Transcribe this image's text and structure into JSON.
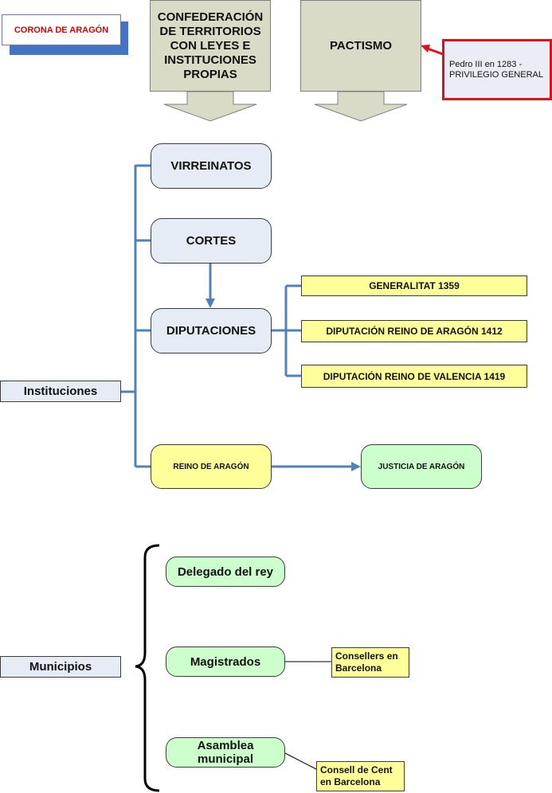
{
  "title": "CORONA DE ARAGÓN",
  "headers": {
    "confederacion": "CONFEDERACIÓN DE TERRITORIOS CON LEYES E INSTITUCIONES PROPIAS",
    "pactismo": "PACTISMO"
  },
  "callout": "Pedro III en 1283  - PRIVILEGIO GENERAL",
  "instituciones": {
    "label": "Instituciones",
    "virreinatos": "VIRREINATOS",
    "cortes": "CORTES",
    "diputaciones": "DIPUTACIONES",
    "generalitat": "GENERALITAT 1359",
    "diputacion_aragon": "DIPUTACIÓN REINO DE ARAGÓN 1412",
    "diputacion_valencia": "DIPUTACIÓN REINO DE VALENCIA 1419",
    "reino_aragon": "REINO DE ARAGÓN",
    "justicia_aragon": "JUSTICIA DE ARAGÓN"
  },
  "municipios": {
    "label": "Municipios",
    "delegado": "Delegado del rey",
    "magistrados": "Magistrados",
    "asamblea": "Asamblea municipal",
    "consellers": "Consellers en Barcelona",
    "consell_cent": "Consell de Cent en Barcelona"
  },
  "colors": {
    "connector": "#4f81bd",
    "callout_border": "#e0101a",
    "title_text": "#e00000"
  }
}
